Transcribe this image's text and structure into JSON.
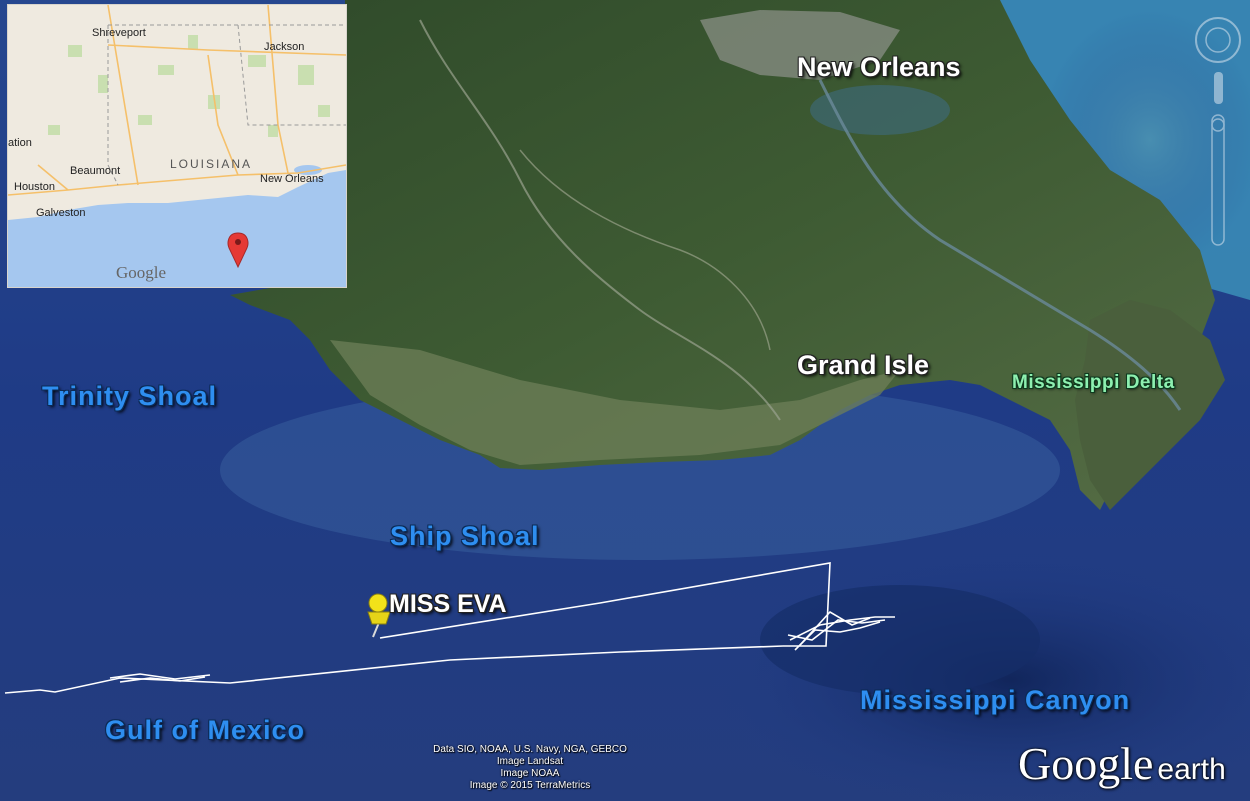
{
  "inset_map": {
    "labels": {
      "shreveport": "Shreveport",
      "jackson": "Jackson",
      "louisiana": "LOUISIANA",
      "beaumont": "Beaumont",
      "houston": "Houston",
      "galveston": "Galveston",
      "new_orleans": "New Orleans",
      "partial": "ation"
    },
    "logo": "Google",
    "marker_color": "#e53935"
  },
  "map_labels": {
    "new_orleans": "New Orleans",
    "grand_isle": "Grand Isle",
    "mississippi_delta": "Mississippi Delta",
    "trinity_shoal": "Trinity Shoal",
    "ship_shoal": "Ship Shoal",
    "miss_eva": "MISS EVA",
    "gulf_of_mexico": "Gulf of Mexico",
    "mississippi_canyon": "Mississippi Canyon"
  },
  "attribution": {
    "line1": "Data SIO, NOAA, U.S. Navy, NGA, GEBCO",
    "line2": "Image Landsat",
    "line3": "Image NOAA",
    "line4": "Image © 2015 TerraMetrics"
  },
  "branding": {
    "google": "Google",
    "earth": "earth"
  },
  "colors": {
    "ocean": "#1f3b86",
    "land": "#3d5a33",
    "track": "#ffffff",
    "pin": "#f2e21a"
  }
}
